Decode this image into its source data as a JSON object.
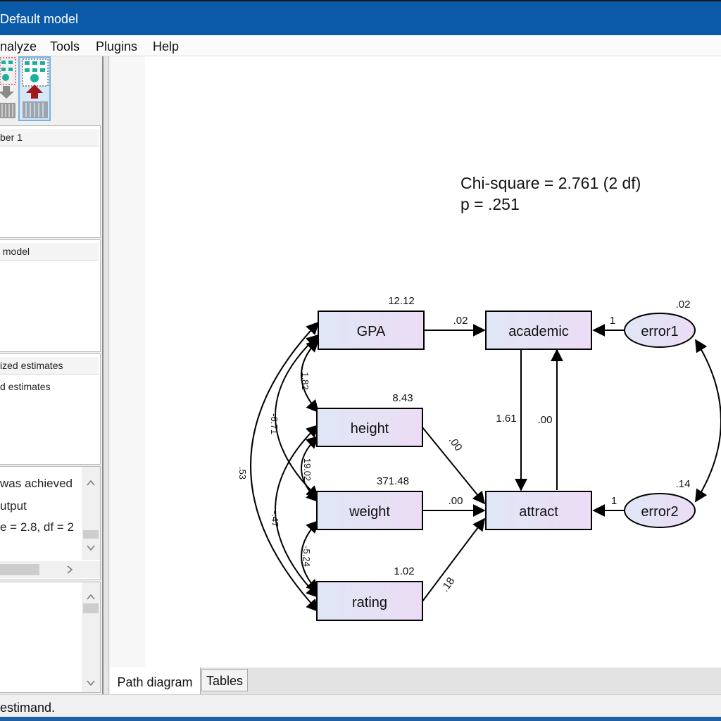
{
  "window": {
    "title": "Default model"
  },
  "menu": [
    "nalyze",
    "Tools",
    "Plugins",
    "Help"
  ],
  "toolbar": {
    "icons": [
      "view-input-diagram-icon",
      "view-output-diagram-icon"
    ]
  },
  "panels": {
    "groups_header": "ber 1",
    "models_header": " model",
    "params": {
      "header": "ized estimates",
      "item": "d estimates"
    },
    "messages": [
      "was achieved",
      "utput",
      "e = 2.8, df = 2"
    ]
  },
  "diagram": {
    "fit_line1": "Chi-square = 2.761 (2 df)",
    "fit_line2": "p = .251",
    "nodes": [
      {
        "label": "GPA",
        "estimate": "12.12"
      },
      {
        "label": "height",
        "estimate": "8.43"
      },
      {
        "label": "weight",
        "estimate": "371.48"
      },
      {
        "label": "rating",
        "estimate": "1.02"
      },
      {
        "label": "academic",
        "estimate": ""
      },
      {
        "label": "attract",
        "estimate": ""
      },
      {
        "label": "error1",
        "estimate": ".02"
      },
      {
        "label": "error2",
        "estimate": ".14"
      }
    ],
    "paths": {
      "gpa_academic": ".02",
      "height_attract": ".00",
      "weight_attract": ".00",
      "rating_attract": ".18",
      "academic_attract": "1.61",
      "attract_academic": ".00",
      "error1_academic": "1",
      "error2_attract": "1"
    },
    "covariances": {
      "gpa_height": "1.82",
      "gpa_weight": "-6.71",
      "gpa_rating": ".53",
      "height_weight": "19.02",
      "height_rating": "-.47",
      "weight_rating": "-5.24"
    }
  },
  "tabs": {
    "path_diagram": "Path diagram",
    "tables": "Tables"
  },
  "status": "estimand.",
  "colors": {
    "titlebar": "#0a5aa8",
    "node_fill_start": "#dfe7f5",
    "node_fill_end": "#ecdcf5"
  }
}
